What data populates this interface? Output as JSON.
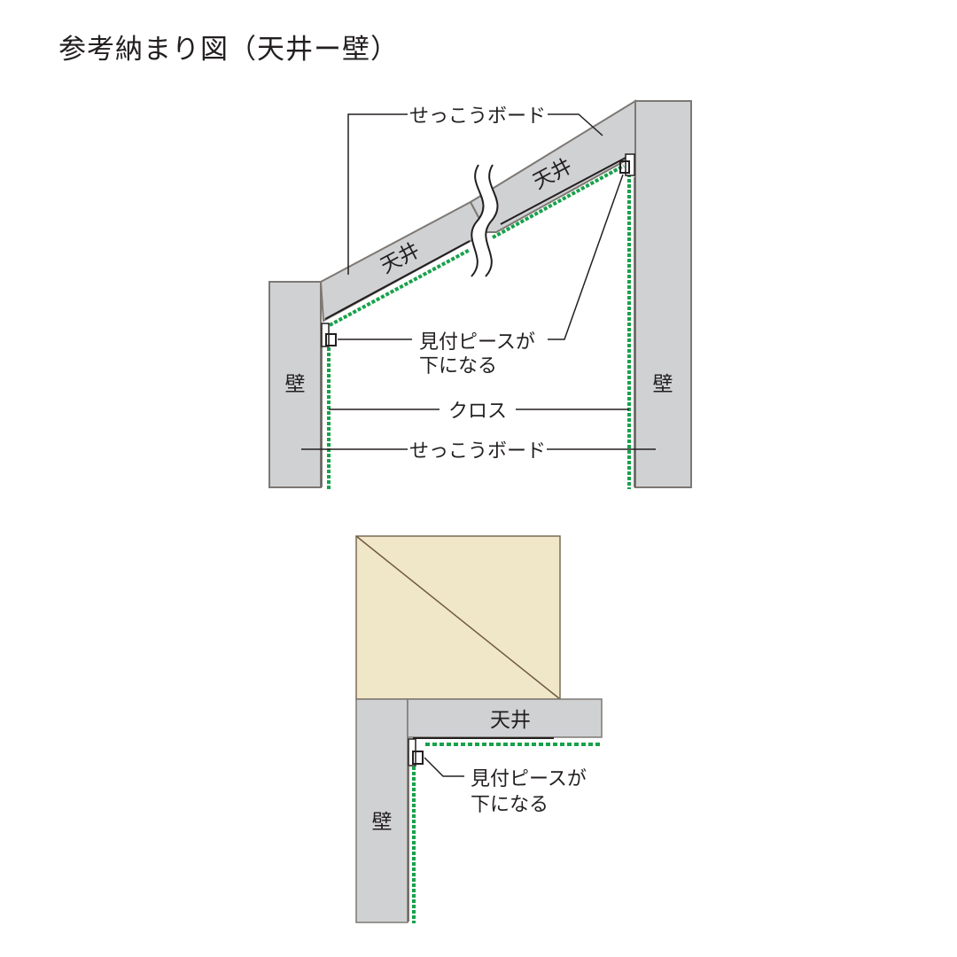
{
  "title": "参考納まり図（天井ー壁）",
  "colors": {
    "board_fill": "#d0d1d3",
    "board_stroke": "#7d7873",
    "cloth_dash": "#17a24a",
    "furniture_fill": "#f0e6c8",
    "furniture_stroke": "#7a6a55",
    "leader": "#231f20"
  },
  "top_diagram": {
    "label_gypsum_top": "せっこうボード",
    "label_ceiling_left": "天井",
    "label_ceiling_right": "天井",
    "label_wall_left": "壁",
    "label_wall_right": "壁",
    "label_trim_line1": "見付ピースが",
    "label_trim_line2": "下になる",
    "label_cloth": "クロス",
    "label_gypsum_bottom": "せっこうボード",
    "break_symbol": "wavy-break"
  },
  "bottom_diagram": {
    "label_ceiling": "天井",
    "label_wall": "壁",
    "label_trim_line1": "見付ピースが",
    "label_trim_line2": "下になる"
  }
}
